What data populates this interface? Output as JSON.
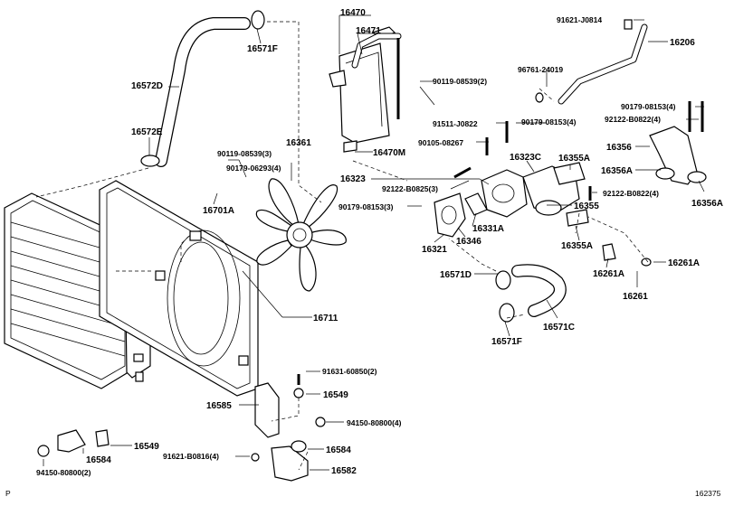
{
  "diagram": {
    "page_marker": "P",
    "figure_number": "162375",
    "parts": {
      "p16470": "16470",
      "p16471": "16471",
      "p16571F_top": "16571F",
      "p16572D": "16572D",
      "p16572E": "16572E",
      "p90119_08539_a": "90119-08539(2)",
      "p16470M": "16470M",
      "p91621_J0814": "91621-J0814",
      "p16206": "16206",
      "p96761_24019": "96761-24019",
      "p90179_08153_4a": "90179-08153(4)",
      "p92122_B0822_4a": "92122-B0822(4)",
      "p16356": "16356",
      "p16356A_a": "16356A",
      "p16356A_b": "16356A",
      "p91511_J0822": "91511-J0822",
      "p90179_08153_4b": "90179-08153(4)",
      "p90105_08267": "90105-08267",
      "p16323C": "16323C",
      "p16355A_a": "16355A",
      "p16361": "16361",
      "p90119_08539_3": "90119-08539(3)",
      "p90179_06293_4": "90179-06293(4)",
      "p16323": "16323",
      "p92122_B0825_3": "92122-B0825(3)",
      "p92122_B0822_4b": "92122-B0822(4)",
      "p16701A": "16701A",
      "p90179_08153_3": "90179-08153(3)",
      "p16331A": "16331A",
      "p16355": "16355",
      "p16321": "16321",
      "p16346": "16346",
      "p16355A_b": "16355A",
      "p16261A_a": "16261A",
      "p16261A_b": "16261A",
      "p16571D": "16571D",
      "p16261": "16261",
      "p16711": "16711",
      "p16571C": "16571C",
      "p16571F_bottom": "16571F",
      "p91631_60850_2": "91631-60850(2)",
      "p16549_a": "16549",
      "p16585": "16585",
      "p94150_80800_4": "94150-80800(4)",
      "p16549_b": "16549",
      "p16584_a": "16584",
      "p91621_B0816_4": "91621-B0816(4)",
      "p16584_b": "16584",
      "p16582": "16582",
      "p94150_80800_2": "94150-80800(2)"
    }
  }
}
